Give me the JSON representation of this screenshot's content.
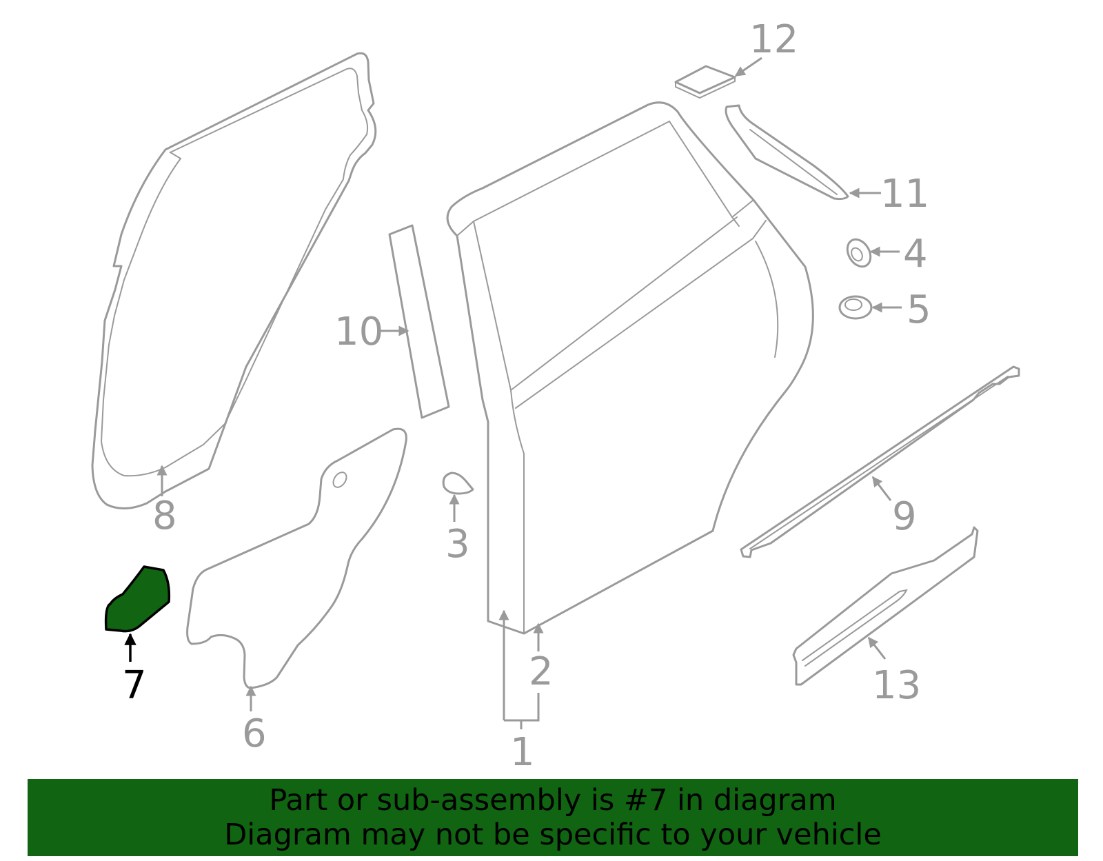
{
  "highlight": {
    "part": "7",
    "color": "#116411"
  },
  "callouts": {
    "c1": "1",
    "c2": "2",
    "c3": "3",
    "c4": "4",
    "c5": "5",
    "c6": "6",
    "c7": "7",
    "c8": "8",
    "c9": "9",
    "c10": "10",
    "c11": "11",
    "c12": "12",
    "c13": "13"
  },
  "banner": {
    "line1": "Part or sub-assembly is #7 in diagram",
    "line2": "Diagram may not be specific to your vehicle"
  }
}
